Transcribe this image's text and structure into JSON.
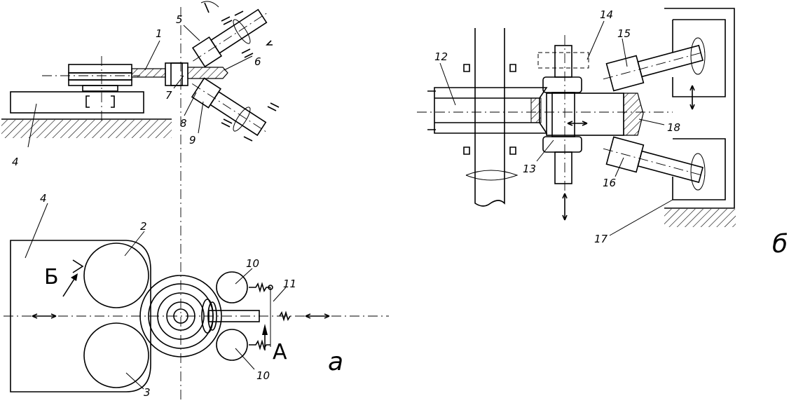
{
  "views": {
    "a": {
      "caption": "а",
      "part_labels": [
        "1",
        "2",
        "3",
        "4",
        "4",
        "5",
        "6",
        "7",
        "8",
        "9",
        "10",
        "10",
        "11"
      ],
      "view_letters": [
        "Б",
        "A"
      ]
    },
    "b": {
      "caption": "б",
      "part_labels": [
        "12",
        "13",
        "14",
        "15",
        "16",
        "17",
        "18"
      ]
    }
  }
}
